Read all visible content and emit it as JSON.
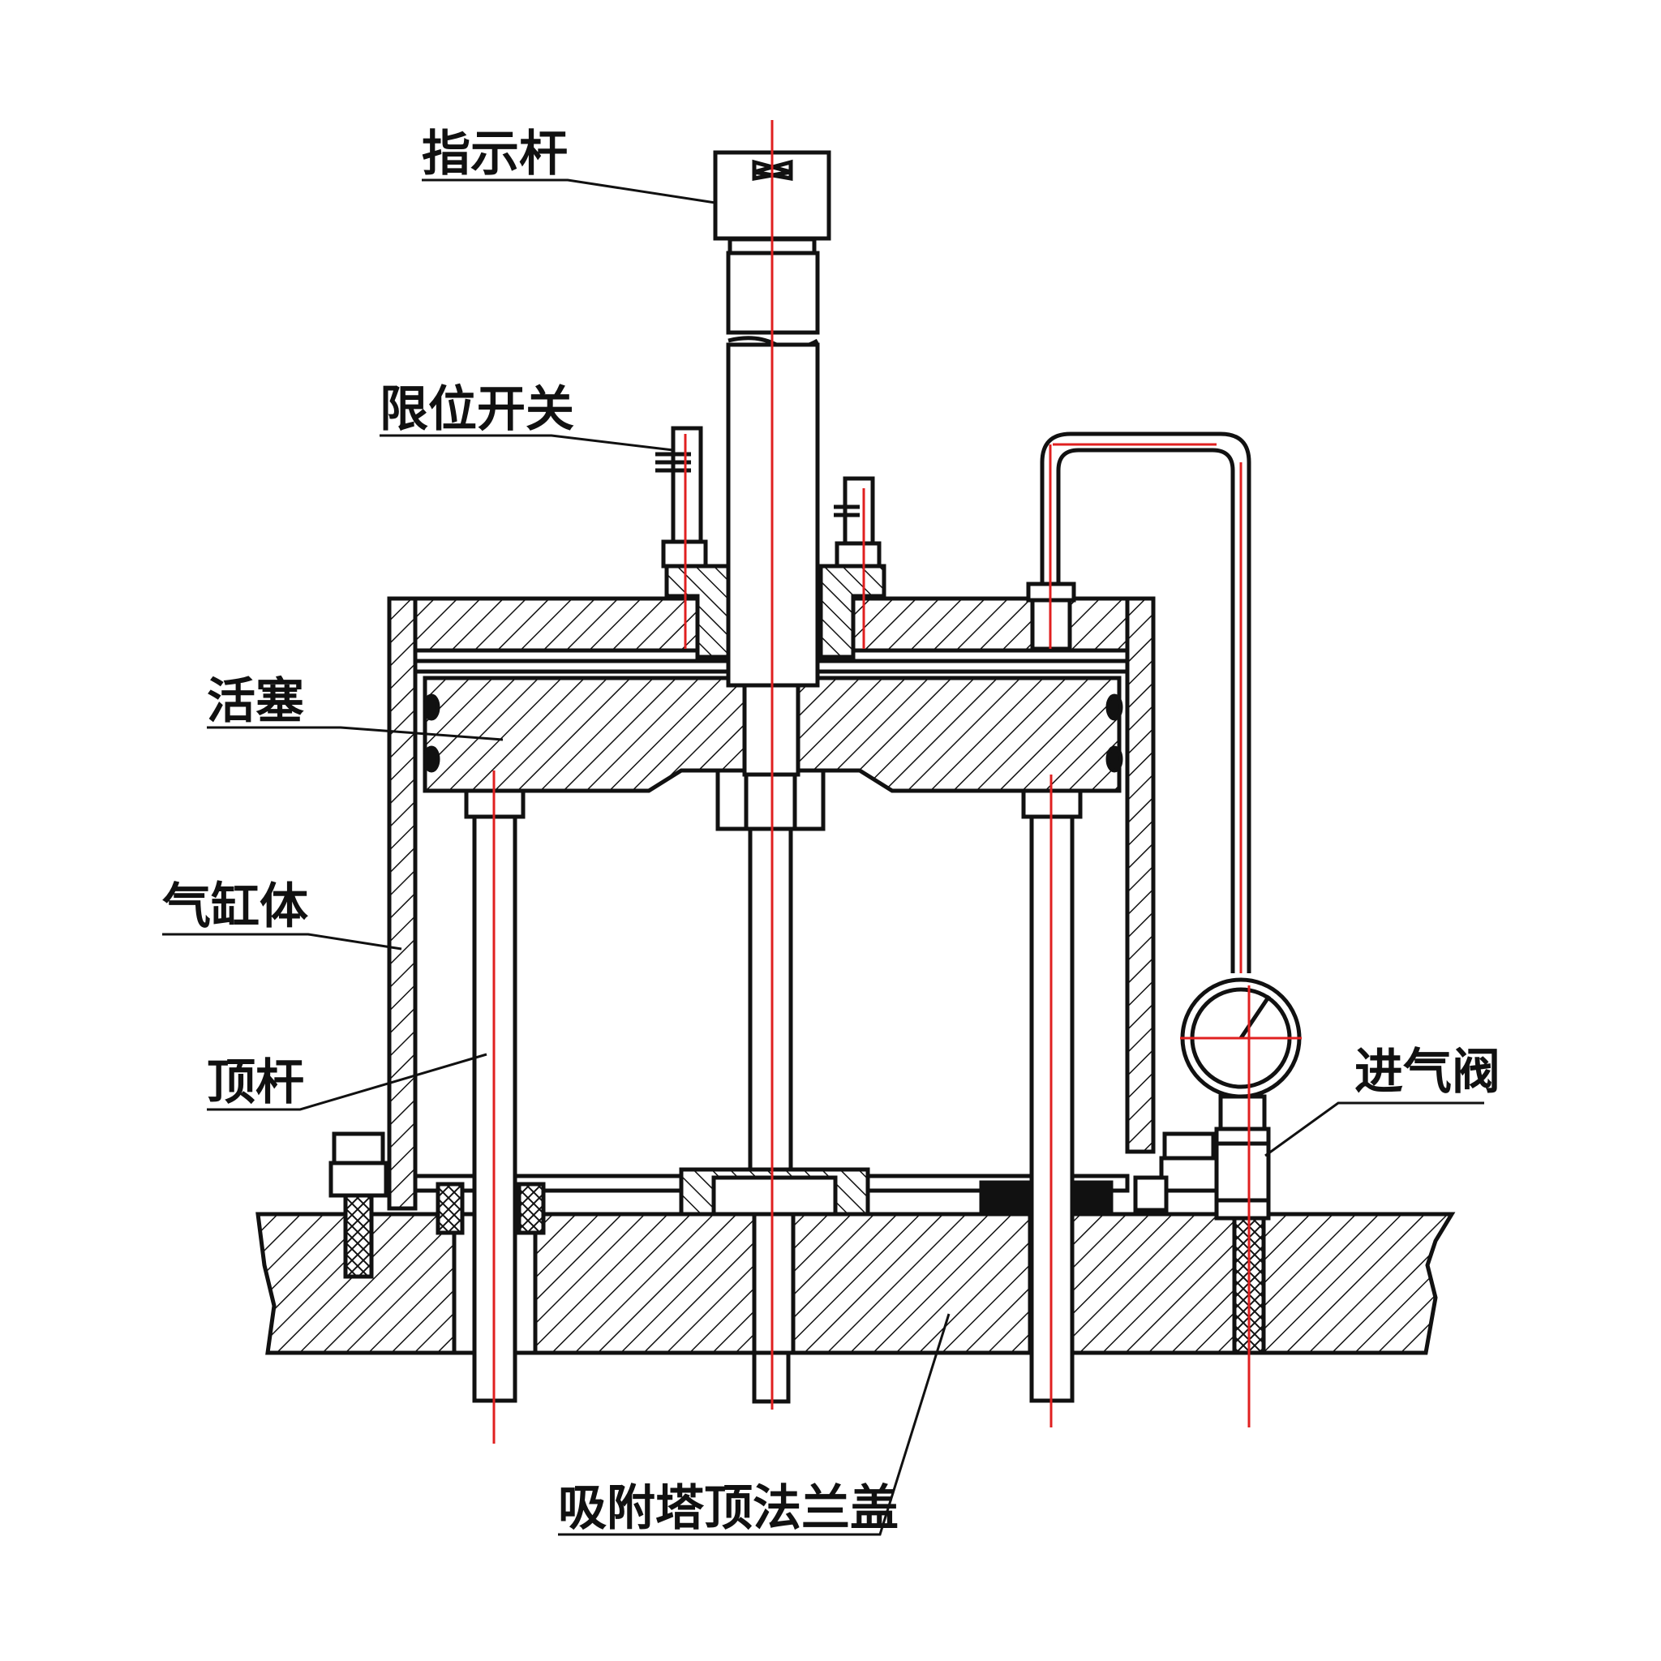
{
  "labels": {
    "indicator_rod": "指示杆",
    "limit_switch": "限位开关",
    "piston": "活塞",
    "cylinder_body": "气缸体",
    "ejector_rod": "顶杆",
    "intake_valve": "进气阀",
    "flange_cover": "吸附塔顶法兰盖"
  },
  "colors": {
    "line": "#111111",
    "centerline": "#e02020",
    "background": "#ffffff"
  }
}
